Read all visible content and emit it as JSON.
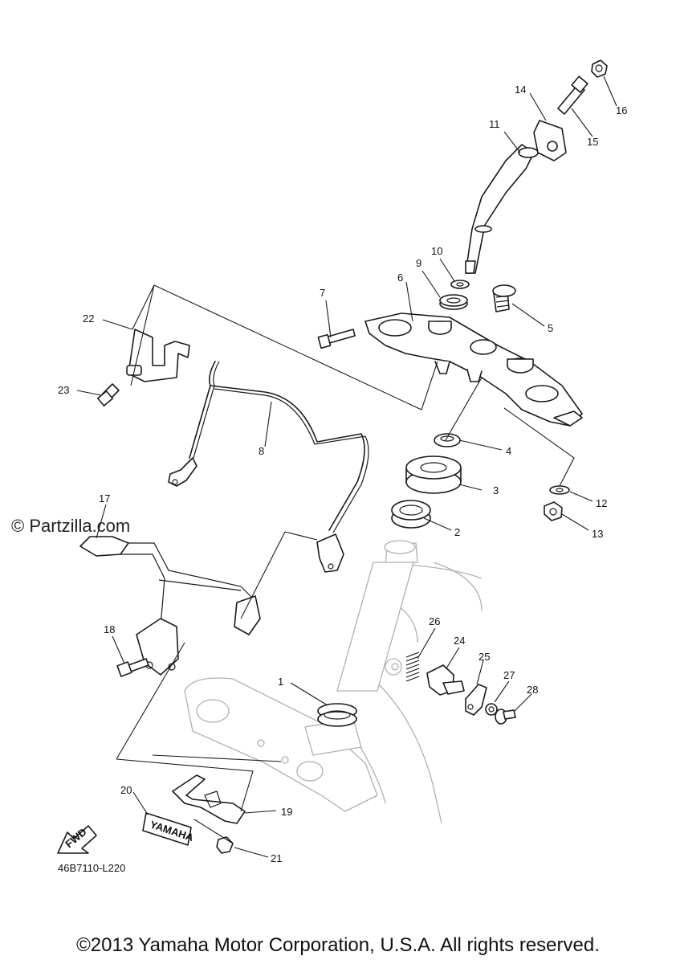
{
  "watermark": "© Partzilla.com",
  "diagram_code": "46B7110-L220",
  "copyright": "©2013 Yamaha Motor Corporation, U.S.A. All rights reserved.",
  "fwd_label": "FWD",
  "brand_label": "YAMAHA",
  "callouts": {
    "c1": "1",
    "c2": "2",
    "c3": "3",
    "c4": "4",
    "c5": "5",
    "c6": "6",
    "c7": "7",
    "c8": "8",
    "c9": "9",
    "c10": "10",
    "c11": "11",
    "c12": "12",
    "c13": "13",
    "c14": "14",
    "c15": "15",
    "c16": "16",
    "c17": "17",
    "c18": "18",
    "c19": "19",
    "c20": "20",
    "c21": "21",
    "c22": "22",
    "c23": "23",
    "c24": "24",
    "c25": "25",
    "c26": "26",
    "c27": "27",
    "c28": "28"
  }
}
